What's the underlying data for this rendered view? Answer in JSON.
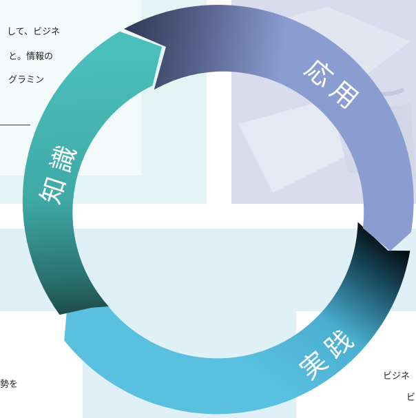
{
  "snippets": {
    "knowledge_line1": "して、ビジネ",
    "knowledge_line2": "と。情報の",
    "knowledge_line3": "グラミン",
    "practice_left": "勢を",
    "practice_right_line1": "ビジネ",
    "practice_right_line2": "ビ"
  },
  "cycle": {
    "knowledge_label": "知識",
    "apply_label": "応用",
    "practice_label": "実践"
  },
  "colors": {
    "knowledge": "#4bbfbc",
    "apply": "#8a9dd0",
    "practice": "#5ac0e0"
  }
}
